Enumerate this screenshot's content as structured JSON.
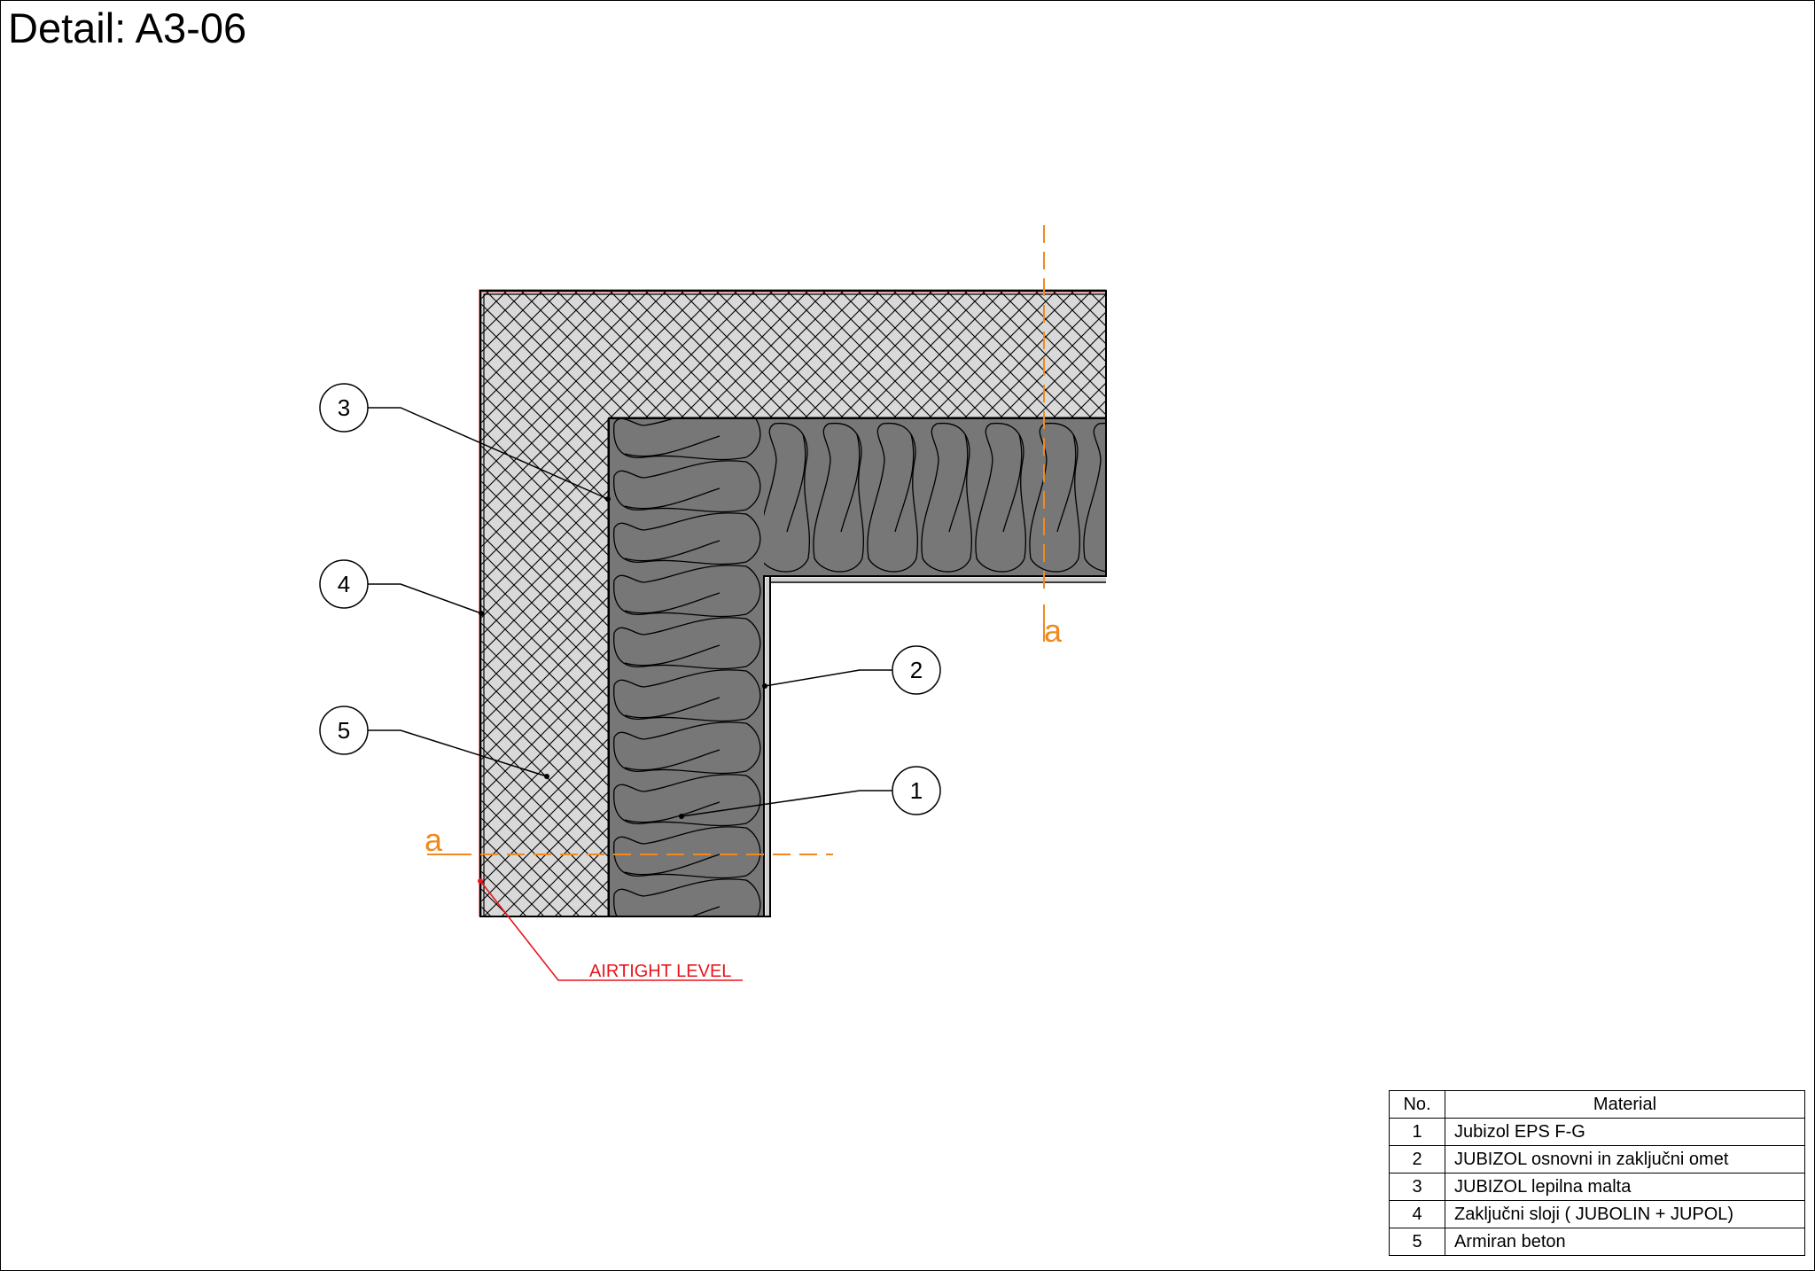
{
  "title": "Detail: A3-06",
  "callouts": [
    {
      "number": "1"
    },
    {
      "number": "2"
    },
    {
      "number": "3"
    },
    {
      "number": "4"
    },
    {
      "number": "5"
    }
  ],
  "section_marks": [
    "a",
    "a"
  ],
  "airtight_label": "AIRTIGHT LEVEL",
  "colors": {
    "section_line": "#f08a1e",
    "airtight": "#e8141c",
    "insulation": "#777777",
    "concrete": "#d9d9d9"
  },
  "legend": {
    "headers": {
      "no": "No.",
      "material": "Material"
    },
    "rows": [
      {
        "no": "1",
        "material": "Jubizol EPS F-G"
      },
      {
        "no": "2",
        "material": "JUBIZOL osnovni in zaključni omet"
      },
      {
        "no": "3",
        "material": "JUBIZOL lepilna malta"
      },
      {
        "no": "4",
        "material": "Zaključni sloji  ( JUBOLIN + JUPOL)"
      },
      {
        "no": "5",
        "material": "Armiran beton"
      }
    ]
  }
}
